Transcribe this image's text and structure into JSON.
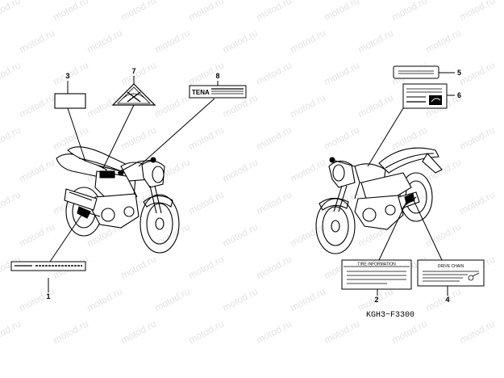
{
  "watermark": {
    "text": "motod.ru"
  },
  "diagram": {
    "code": "KGH3−F3300",
    "callouts": [
      {
        "id": "1",
        "label": "1"
      },
      {
        "id": "2",
        "label": "2"
      },
      {
        "id": "3",
        "label": "3"
      },
      {
        "id": "4",
        "label": "4"
      },
      {
        "id": "5",
        "label": "5"
      },
      {
        "id": "6",
        "label": "6"
      },
      {
        "id": "7",
        "label": "7"
      },
      {
        "id": "8",
        "label": "8"
      }
    ],
    "labels": {
      "tire_information": "TIRE INFORMATION",
      "drive_chain": "DRIVE CHAIN",
      "tenna": "TENA"
    }
  }
}
